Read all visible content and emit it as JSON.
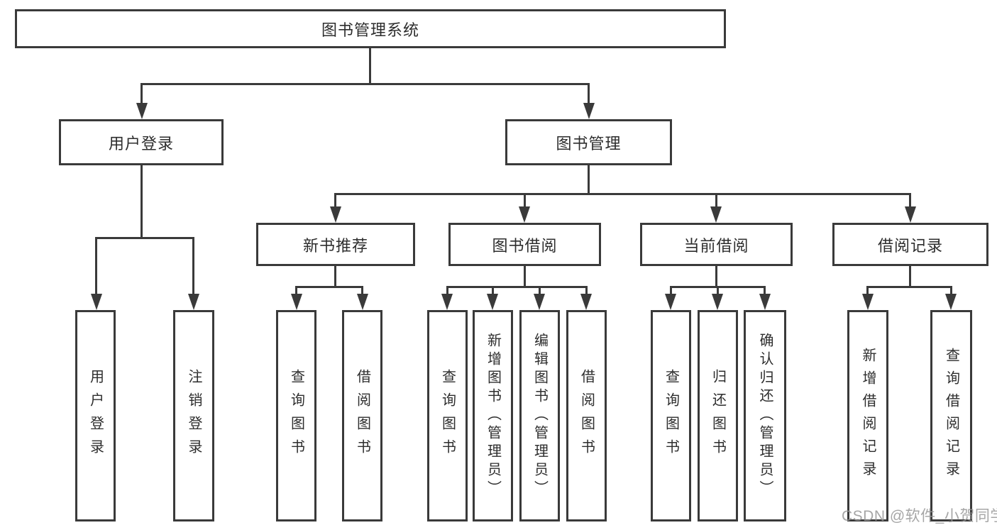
{
  "diagram": {
    "title": "图书管理系统",
    "type": "tree",
    "colors": {
      "background": "#ffffff",
      "border": "#3a3a3a",
      "line": "#3a3a3a",
      "text": "#2d2d2d",
      "watermark": "#969696"
    },
    "nodes": {
      "root": {
        "label": "图书管理系统"
      },
      "userLogin": {
        "label": "用户登录"
      },
      "bookMgmt": {
        "label": "图书管理"
      },
      "loginAction": {
        "label": "用户登录"
      },
      "logoutAction": {
        "label": "注销登录"
      },
      "newBookRec": {
        "label": "新书推荐"
      },
      "bookBorrow": {
        "label": "图书借阅"
      },
      "currentBorrow": {
        "label": "当前借阅"
      },
      "borrowRecords": {
        "label": "借阅记录"
      },
      "nbQueryBooks": {
        "label": "查询图书"
      },
      "nbBorrowBooks": {
        "label": "借阅图书"
      },
      "bbQueryBooks": {
        "label": "查询图书"
      },
      "bbAddBooks": {
        "label": "新增图书（管理员）"
      },
      "bbEditBooks": {
        "label": "编辑图书（管理员）"
      },
      "bbBorrowBooks": {
        "label": "借阅图书"
      },
      "cbQueryBooks": {
        "label": "查询图书"
      },
      "cbReturnBooks": {
        "label": "归还图书"
      },
      "cbConfirmReturn": {
        "label": "确认归还（管理员）"
      },
      "brAddRecord": {
        "label": "新增借阅记录"
      },
      "brQueryRecord": {
        "label": "查询借阅记录"
      }
    },
    "edges": [
      [
        "root",
        "userLogin"
      ],
      [
        "root",
        "bookMgmt"
      ],
      [
        "userLogin",
        "loginAction"
      ],
      [
        "userLogin",
        "logoutAction"
      ],
      [
        "bookMgmt",
        "newBookRec"
      ],
      [
        "bookMgmt",
        "bookBorrow"
      ],
      [
        "bookMgmt",
        "currentBorrow"
      ],
      [
        "bookMgmt",
        "borrowRecords"
      ],
      [
        "newBookRec",
        "nbQueryBooks"
      ],
      [
        "newBookRec",
        "nbBorrowBooks"
      ],
      [
        "bookBorrow",
        "bbQueryBooks"
      ],
      [
        "bookBorrow",
        "bbAddBooks"
      ],
      [
        "bookBorrow",
        "bbEditBooks"
      ],
      [
        "bookBorrow",
        "bbBorrowBooks"
      ],
      [
        "currentBorrow",
        "cbQueryBooks"
      ],
      [
        "currentBorrow",
        "cbReturnBooks"
      ],
      [
        "currentBorrow",
        "cbConfirmReturn"
      ],
      [
        "borrowRecords",
        "brAddRecord"
      ],
      [
        "borrowRecords",
        "brQueryRecord"
      ]
    ]
  },
  "watermark": {
    "text": "CSDN @软件_小贺同学"
  }
}
